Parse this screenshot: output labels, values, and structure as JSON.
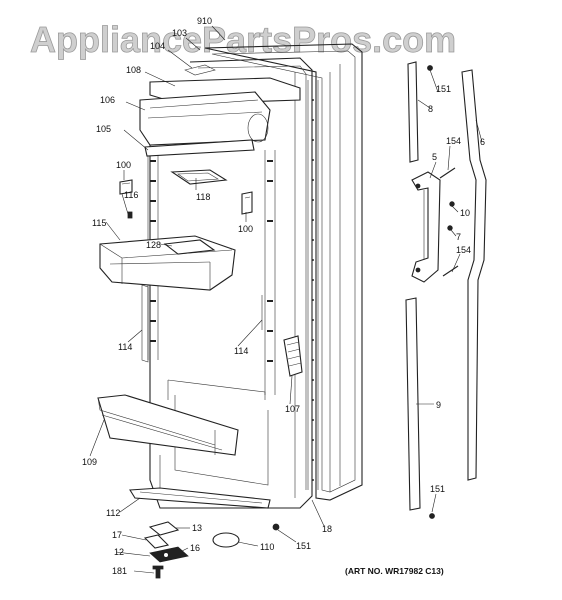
{
  "watermark": "AppliancePartsPros.com",
  "art_number": "(ART NO. WR17982 C13)",
  "callouts": {
    "c910": "910",
    "c103": "103",
    "c104": "104",
    "c108": "108",
    "c106": "106",
    "c105": "105",
    "c100a": "100",
    "c116": "116",
    "c118": "118",
    "c100b": "100",
    "c115": "115",
    "c128": "128",
    "c114a": "114",
    "c114b": "114",
    "c107": "107",
    "c109": "109",
    "c112": "112",
    "c17": "17",
    "c13": "13",
    "c12": "12",
    "c16": "16",
    "c181": "181",
    "c110": "110",
    "c151a": "151",
    "c18": "18",
    "c151b": "151",
    "c8": "8",
    "c6": "6",
    "c154a": "154",
    "c5": "5",
    "c10": "10",
    "c7": "7",
    "c154b": "154",
    "c9": "9",
    "c151c": "151"
  }
}
